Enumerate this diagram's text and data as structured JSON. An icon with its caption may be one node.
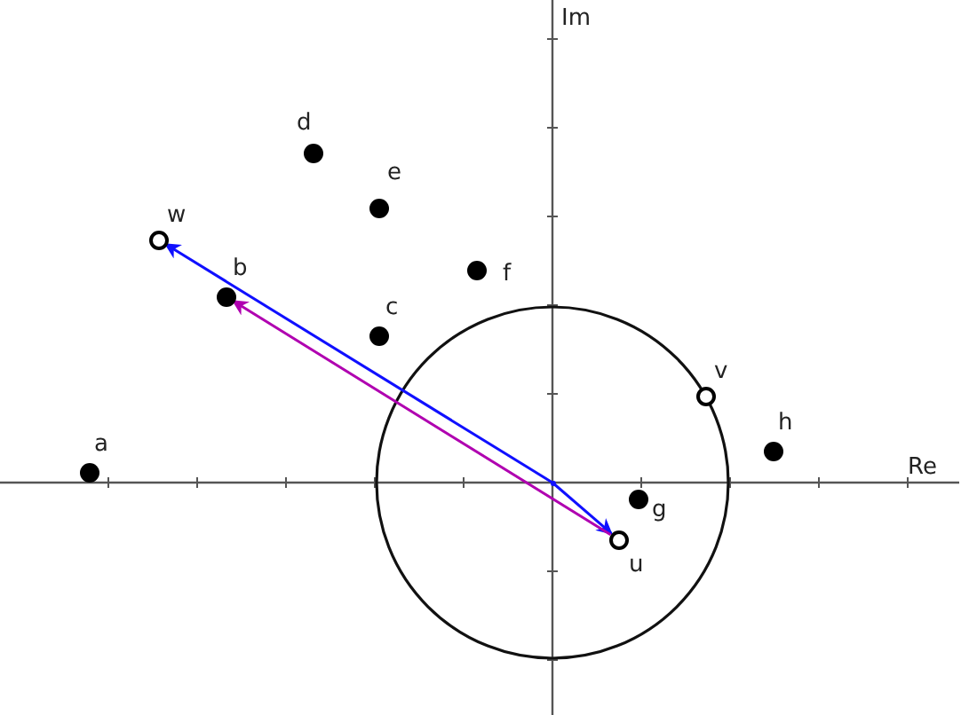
{
  "diagram": {
    "nodes": [
      {
        "text": [
          "a"
        ]
      },
      {
        "text": [
          "b"
        ]
      },
      {
        "text": [
          "c"
        ]
      },
      {
        "text": [
          "d"
        ]
      },
      {
        "text": [
          "e"
        ]
      },
      {
        "text": [
          "f"
        ]
      },
      {
        "text": [
          "g"
        ]
      },
      {
        "text": [
          "h"
        ]
      },
      {
        "text": [
          "u"
        ]
      },
      {
        "text": [
          "v"
        ]
      },
      {
        "text": [
          "w"
        ]
      },
      {
        "text": [],
        "shape": "point"
      }
    ],
    "edges": [
      {
        "from": 11,
        "to": 10,
        "arrow": "to"
      },
      {
        "from": 11,
        "to": 8,
        "arrow": "to"
      },
      {
        "from": 8,
        "to": 1,
        "arrow": "to",
        "color": "#b000b0"
      }
    ],
    "labels": [
      "Im",
      "Re"
    ]
  }
}
